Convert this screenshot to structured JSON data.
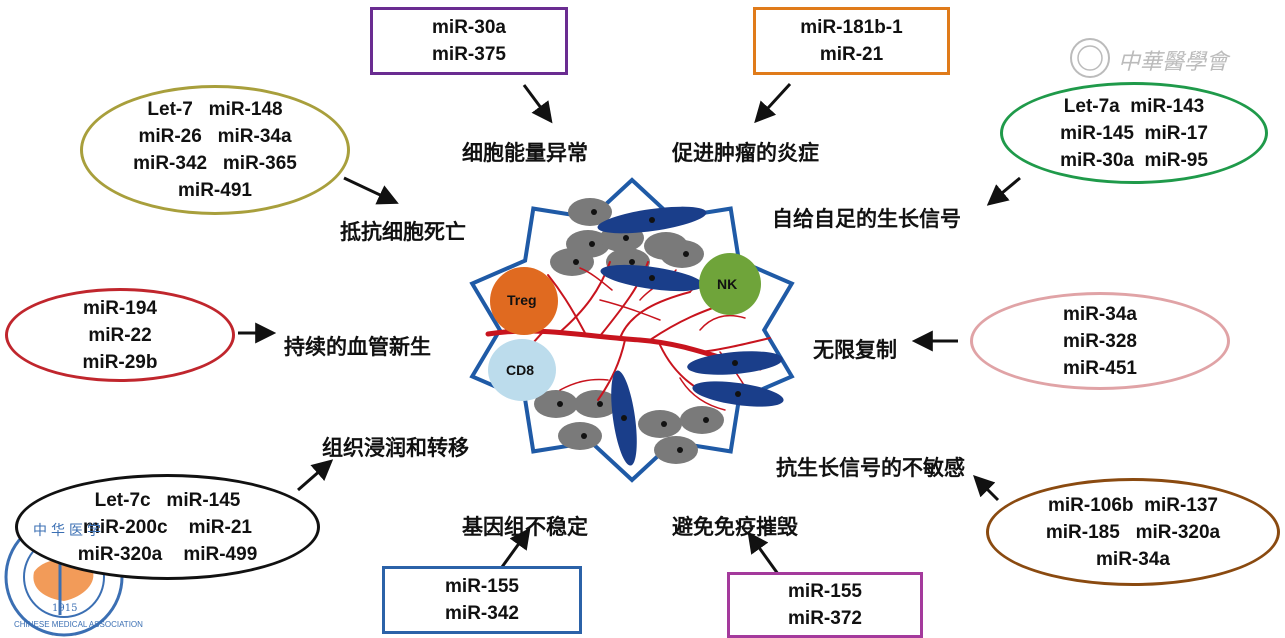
{
  "hallmarks": {
    "energy": "细胞能量异常",
    "inflammation": "促进肿瘤的炎症",
    "apoptosis": "抵抗细胞死亡",
    "growth_signal": "自给自足的生长信号",
    "angiogenesis": "持续的血管新生",
    "replication": "无限复制",
    "invasion": "组织浸润和转移",
    "antigrowth": "抗生长信号的不敏感",
    "genome": "基因组不稳定",
    "immune": "避免免疫摧毁"
  },
  "mirna_groups": {
    "energy": [
      "miR-30a",
      "miR-375"
    ],
    "inflammation": [
      "miR-181b-1",
      "miR-21"
    ],
    "apoptosis": [
      "Let-7   miR-148",
      "miR-26   miR-34a",
      "miR-342   miR-365",
      "miR-491"
    ],
    "growth_signal": [
      "Let-7a  miR-143",
      "miR-145  miR-17",
      "miR-30a  miR-95"
    ],
    "angiogenesis": [
      "miR-194",
      "miR-22",
      "miR-29b"
    ],
    "replication": [
      "miR-34a",
      "miR-328",
      "miR-451"
    ],
    "invasion": [
      "Let-7c   miR-145",
      "miR-200c    miR-21",
      "miR-320a    miR-499"
    ],
    "antigrowth": [
      "miR-106b  miR-137",
      "miR-185   miR-320a",
      "miR-34a"
    ],
    "genome": [
      "miR-155",
      "miR-342"
    ],
    "immune": [
      "miR-155",
      "miR-372"
    ]
  },
  "cells": {
    "treg": "Treg",
    "nk": "NK",
    "cd8": "CD8"
  },
  "watermarks": {
    "top_right": "中華醫學會",
    "seal_top": "中华医学",
    "seal_bottom": "CHINESE MEDICAL ASSOCIATION",
    "seal_year": "1915"
  },
  "colors": {
    "energy": "#6a2c91",
    "inflammation": "#e07b1a",
    "apoptosis": "#a89f3c",
    "growth_signal": "#1f9a4a",
    "angiogenesis": "#c0262d",
    "replication": "#e0a3a6",
    "invasion": "#111111",
    "antigrowth": "#8a4a10",
    "genome": "#2b62a8",
    "immune": "#a43a9c",
    "tumor_border": "#1f5aa6",
    "treg": "#e06a20",
    "nk": "#6fa43a",
    "cd8": "#bcdcec",
    "vessel": "#c8141e",
    "blue_cell": "#1a3e8a",
    "gray_cell": "#7a7a7a"
  }
}
